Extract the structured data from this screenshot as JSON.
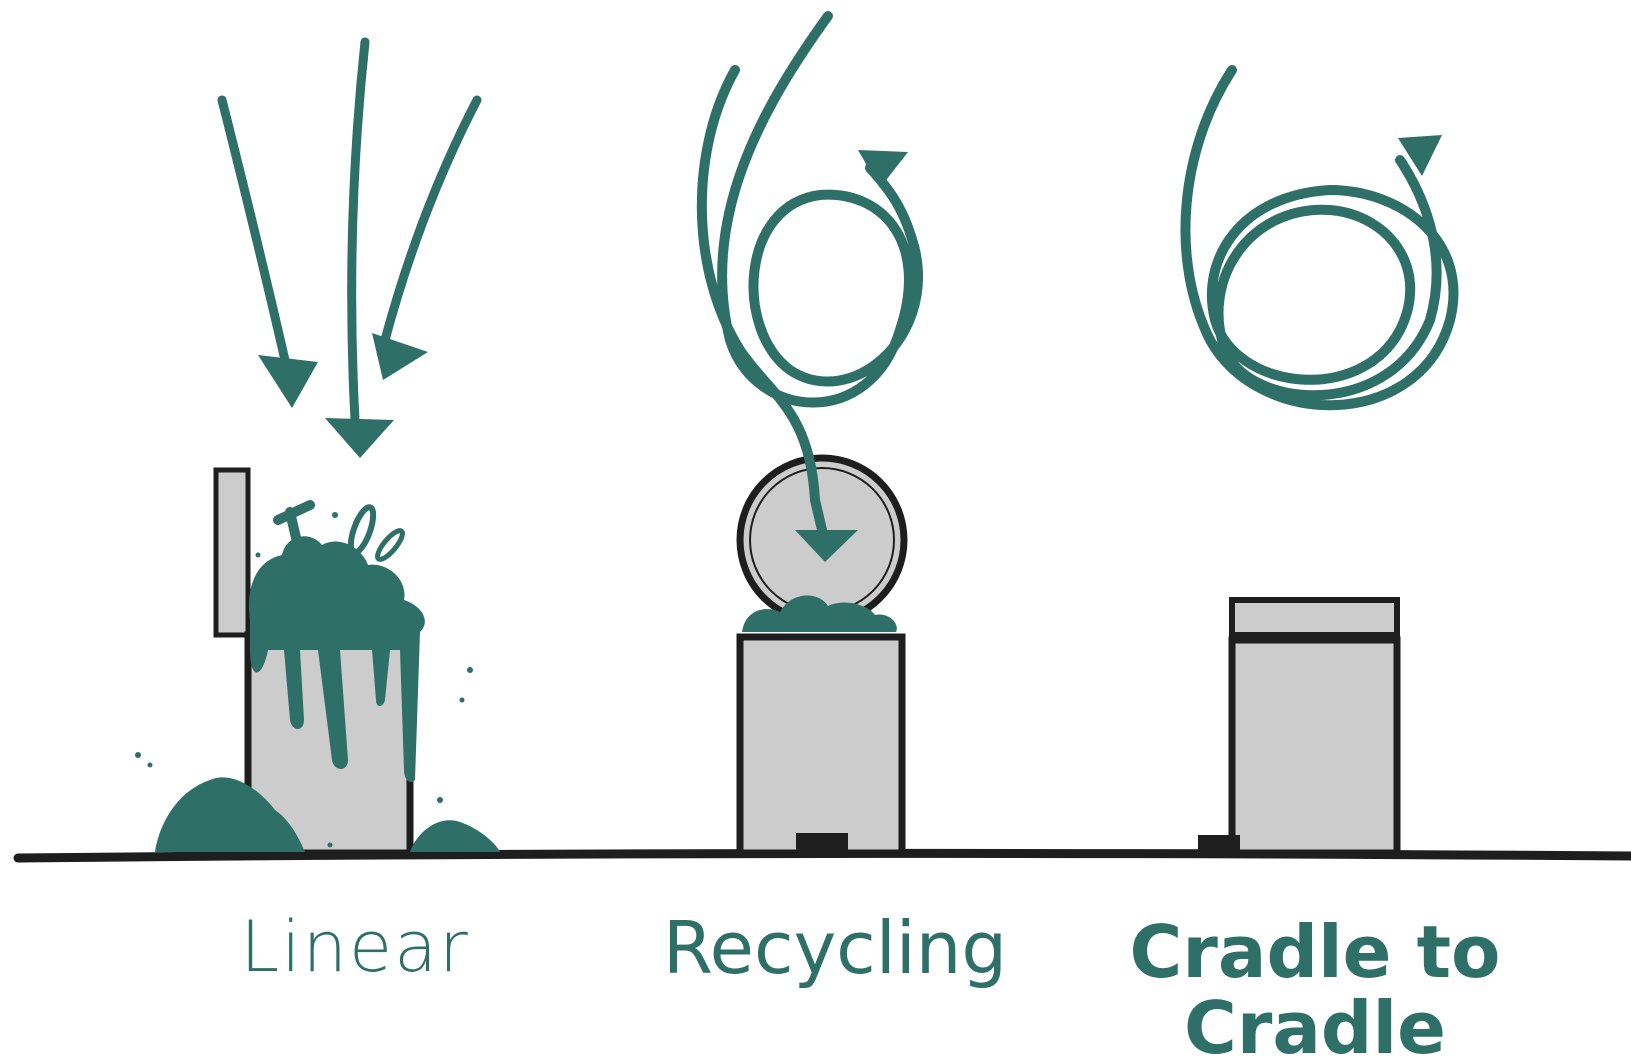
{
  "colors": {
    "accent": "#2e7068",
    "bin_fill": "#cccccc",
    "outline": "#1e1e1e",
    "background": "#ffffff"
  },
  "panels": [
    {
      "id": "linear",
      "label": "Linear",
      "icon": "overflowing-bin-icon"
    },
    {
      "id": "recycling",
      "label": "Recycling",
      "icon": "recycling-bin-icon"
    },
    {
      "id": "cradle",
      "label_line1": "Cradle to",
      "label_line2": "Cradle",
      "icon": "closed-loop-bin-icon"
    }
  ]
}
